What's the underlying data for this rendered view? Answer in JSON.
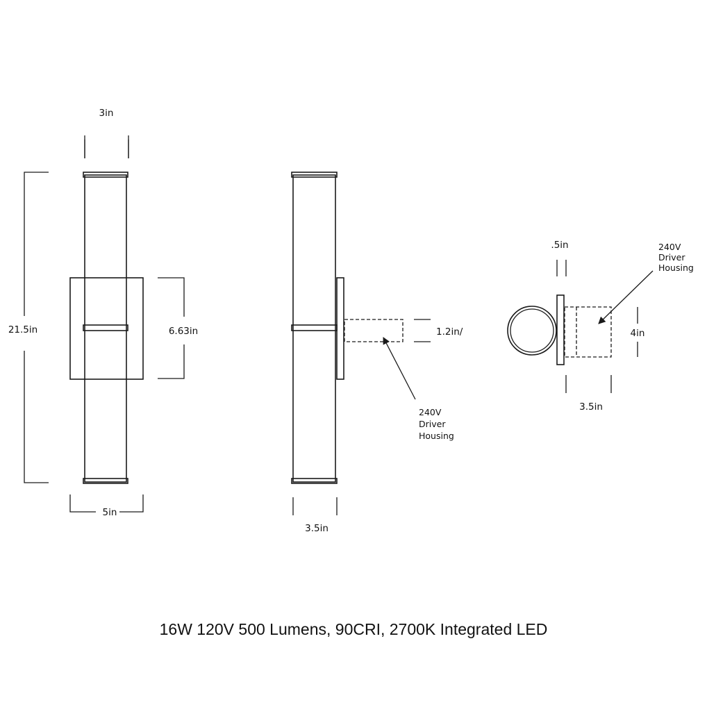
{
  "front_view": {
    "top_width": "3in",
    "height": "21.5in",
    "plate_height": "6.63in",
    "bottom_width": "5in"
  },
  "side_view": {
    "driver_height": "1.2in/",
    "driver_label": [
      "240V",
      "Driver",
      "Housing"
    ],
    "depth": "3.5in"
  },
  "top_view": {
    "plate_thickness": ".5in",
    "driver_label": [
      "240V",
      "Driver",
      "Housing"
    ],
    "driver_height": "4in",
    "depth": "3.5in"
  },
  "spec_text": "16W 120V 500 Lumens, 90CRI, 2700K Integrated LED"
}
